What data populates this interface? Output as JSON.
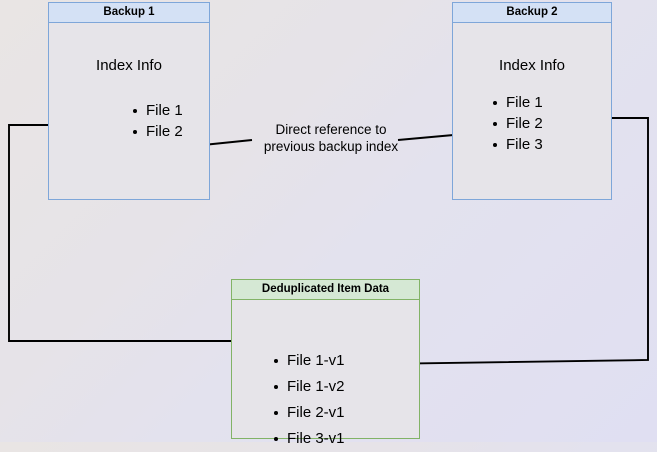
{
  "diagram": {
    "title_text": "Direct reference to previous backup index",
    "background_start_color": "#e9e5e4",
    "background_end_color": "#e0dff2",
    "line_color": "#000000"
  },
  "backup1": {
    "header": "Backup 1",
    "index_title": "Index Info",
    "border_color": "#7ea6d9",
    "header_color": "#d4e1f5",
    "files": [
      {
        "label": "File 1"
      },
      {
        "label": "File 2"
      }
    ]
  },
  "backup2": {
    "header": "Backup 2",
    "index_title": "Index Info",
    "border_color": "#7ea6d9",
    "header_color": "#d4e1f5",
    "files": [
      {
        "label": "File 1"
      },
      {
        "label": "File 2"
      },
      {
        "label": "File 3"
      }
    ]
  },
  "dedup": {
    "header": "Deduplicated Item Data",
    "border_color": "#82b366",
    "header_color": "#d5e8d4",
    "files": [
      {
        "label": "File 1-v1"
      },
      {
        "label": "File 1-v2"
      },
      {
        "label": "File 2-v1"
      },
      {
        "label": "File 3-v1"
      }
    ]
  },
  "annotations": {
    "direct_reference_line1": "Direct reference to",
    "direct_reference_line2": "previous backup index"
  }
}
